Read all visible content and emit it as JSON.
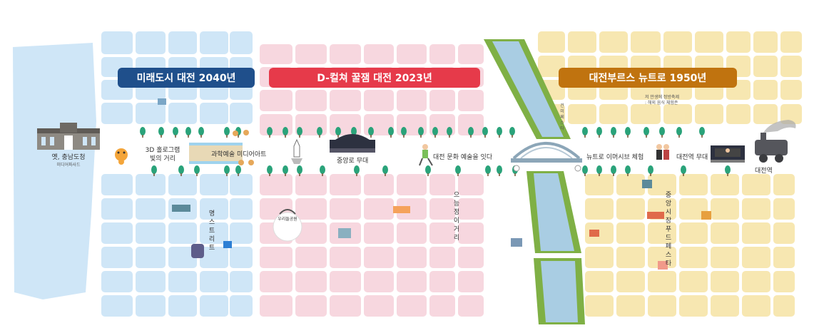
{
  "banners": {
    "future": {
      "text": "미래도시 대전 2040년",
      "color": "#1f4f8b"
    },
    "culture": {
      "text": "D-컬쳐 꿀잼 대전 2023년",
      "color": "#e63a4a"
    },
    "retro": {
      "text": "대전부르스 뉴트로 1950년",
      "color": "#c0730f"
    }
  },
  "zone_colors": {
    "future": "#cfe6f7",
    "culture": "#f7d7df",
    "retro": "#f7e7b1",
    "river": "#a9cde3",
    "riverbank": "#7fb045",
    "road": "#ffffff"
  },
  "labels": {
    "old_hall": "옛, 충남도청",
    "old_hall_sub": "미디어파사드",
    "hologram": "3D 홀로그램\n빛의 거리",
    "science_art": "과학예술 미디어아트",
    "jungangno_stage": "중앙로 무대",
    "daejeon_culture": "대전 문화 예술을 잇다",
    "newtro": "뉴트로 이머시브 체험",
    "station_stage": "대전역 무대",
    "station": "대전역",
    "myeong_street": "명스트리트",
    "euneung_street": "으능정이거리",
    "uri_park": "우리들공원",
    "market_food": "중앙시장 푸드페스타",
    "event_note": "저 만생에 정방축제\n: 해외 음식 체험존",
    "bridge_note": "건 미 페 스 타"
  },
  "icons": [
    "old-provincial-hall-icon",
    "mascot-icon",
    "hologram-tunnel-icon",
    "rocket-icon",
    "stage-icon",
    "dancer-icon",
    "bridge-icon",
    "dancing-couple-icon",
    "stage-performer-icon",
    "steam-train-icon",
    "building-icon",
    "market-stall-icon",
    "tree-icon",
    "park-circle-icon"
  ]
}
